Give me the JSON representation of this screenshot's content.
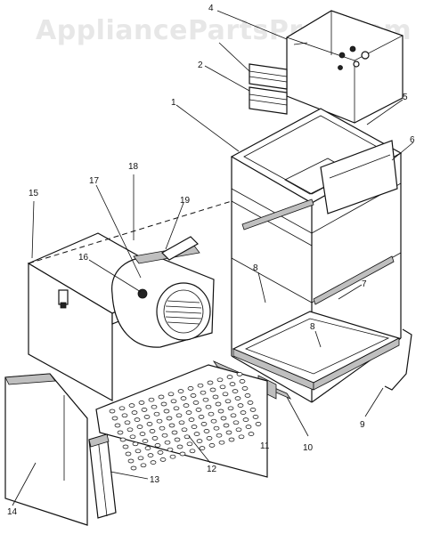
{
  "watermark": "AppliancePartsPros.com",
  "callouts": [
    "1",
    "2",
    "4",
    "5",
    "6",
    "7",
    "8",
    "8",
    "9",
    "10",
    "11",
    "12",
    "13",
    "14",
    "15",
    "16",
    "17",
    "18",
    "19"
  ],
  "colors": {
    "ink": "#111111",
    "watermark": "#e7e7e7",
    "background": "#ffffff"
  }
}
